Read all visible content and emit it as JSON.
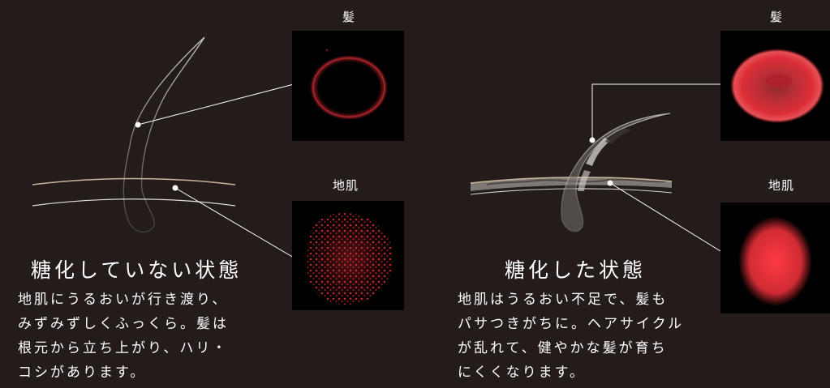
{
  "left_state": {
    "title": "糖化していない状態",
    "hair_label": "髪",
    "scalp_label": "地肌",
    "description": [
      "地肌にうるおいが行き渡り、",
      "みずみずしくふっくら。髪は",
      "根元から立ち上がり、ハリ・",
      "コシがあります。"
    ]
  },
  "right_state": {
    "title": "糖化した状態",
    "hair_label": "髪",
    "scalp_label": "地肌",
    "description": [
      "地肌はうるおい不足で、髪も",
      "パサつきがちに。ヘアサイクル",
      "が乱れて、健やかな髪が育ち",
      "にくくなります。"
    ]
  },
  "colors": {
    "background": "#231c1a",
    "text": "#ffffff",
    "scalp_line": "#c8b79a",
    "fluorescence": "#e8303a"
  }
}
